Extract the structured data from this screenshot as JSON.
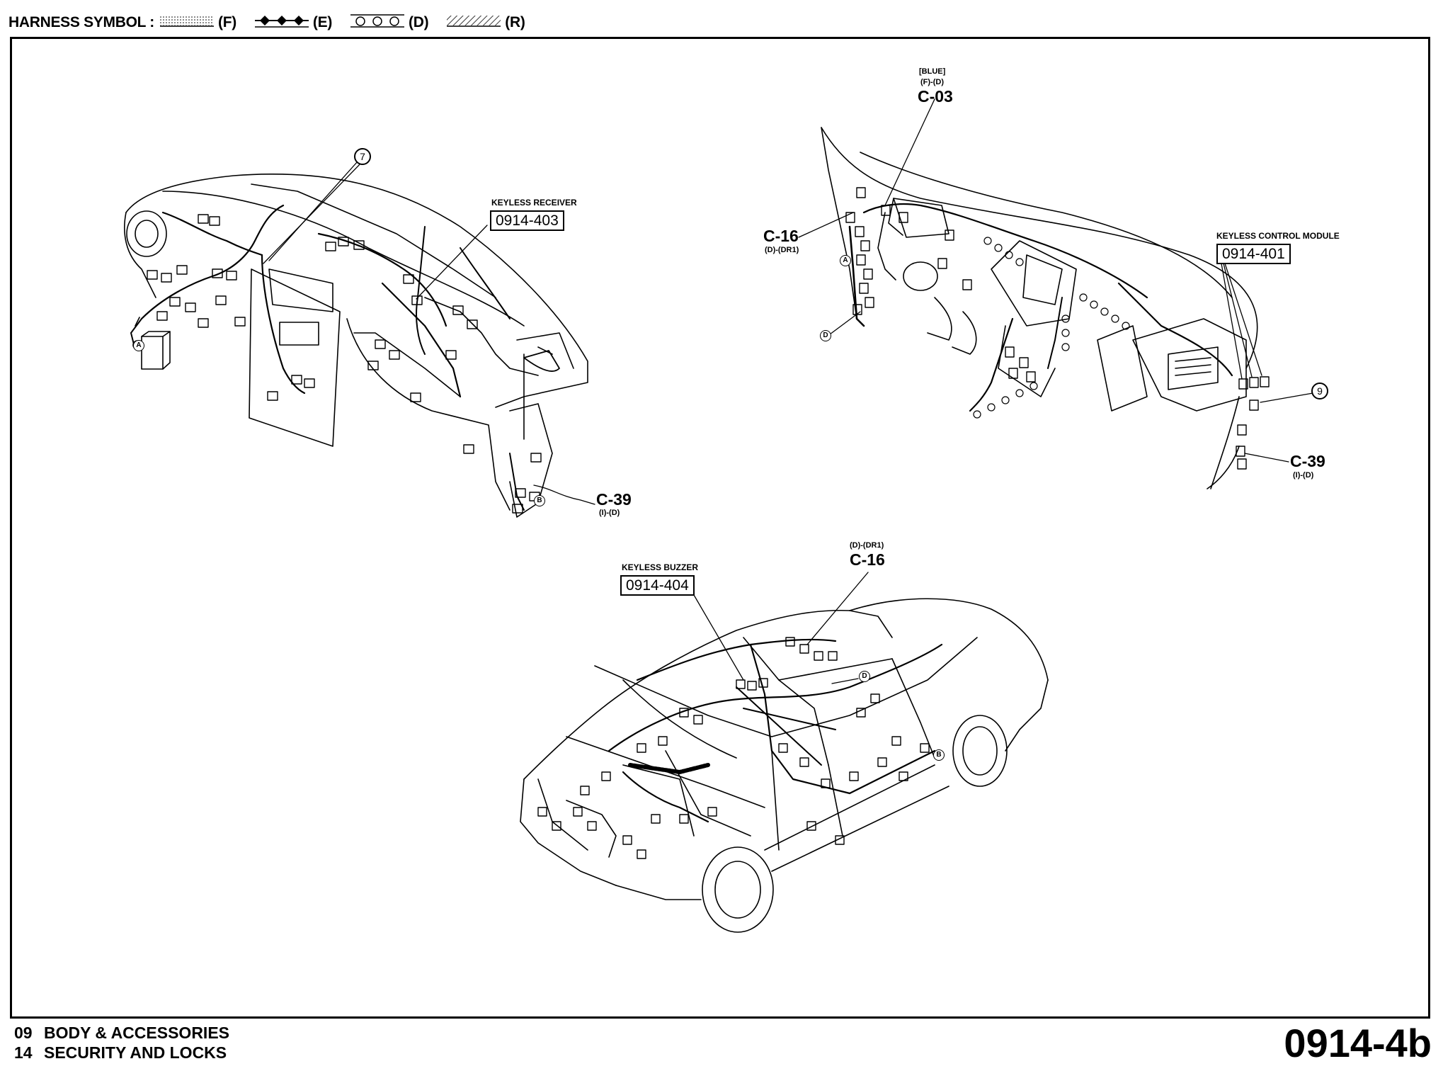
{
  "legend": {
    "label": "HARNESS SYMBOL :",
    "items": [
      {
        "code": "(F)",
        "symbol": "dotted"
      },
      {
        "code": "(E)",
        "symbol": "diamonds"
      },
      {
        "code": "(D)",
        "symbol": "circles"
      },
      {
        "code": "(R)",
        "symbol": "hatched"
      }
    ]
  },
  "dashboard_left": {
    "keyless_receiver_label": "KEYLESS RECEIVER",
    "keyless_receiver_ref": "0914-403",
    "callout_7": "7",
    "connector_c39": "C-39",
    "connector_c39_sub": "(I)-(D)",
    "mark_a": "A",
    "mark_b": "B"
  },
  "dashboard_right": {
    "c03_color": "[BLUE]",
    "c03_sub": "(F)-(D)",
    "c03": "C-03",
    "c16": "C-16",
    "c16_sub": "(D)-(DR1)",
    "keyless_control_label": "KEYLESS CONTROL MODULE",
    "keyless_control_ref": "0914-401",
    "callout_9": "9",
    "c39": "C-39",
    "c39_sub": "(I)-(D)",
    "mark_a": "A",
    "mark_d": "D"
  },
  "car": {
    "keyless_buzzer_label": "KEYLESS BUZZER",
    "keyless_buzzer_ref": "0914-404",
    "c16_sub": "(D)-(DR1)",
    "c16": "C-16",
    "mark_d": "D",
    "mark_b": "B"
  },
  "footer": {
    "section_number": "09",
    "section_title": "BODY & ACCESSORIES",
    "subsection_number": "14",
    "subsection_title": "SECURITY AND LOCKS",
    "page_number": "0914-4b"
  }
}
